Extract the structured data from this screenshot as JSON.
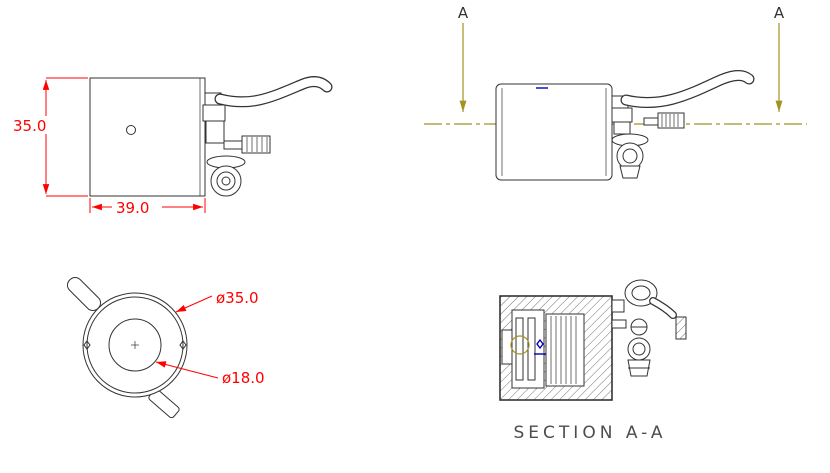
{
  "drawing": {
    "colors": {
      "line": "#333333",
      "dimension": "#ff0000",
      "centerline": "#a39221",
      "accent": "#0000bb",
      "caption": "#4d4d4d",
      "background": "#ffffff"
    },
    "views": {
      "front": {
        "dims": {
          "height": "35.0",
          "width": "39.0"
        }
      },
      "side": {
        "section_arrows": [
          "A",
          "A"
        ]
      },
      "top": {
        "dims": {
          "outer_diameter": "ø35.0",
          "inner_diameter": "ø18.0"
        }
      },
      "section": {
        "caption": "SECTION A-A"
      }
    }
  }
}
